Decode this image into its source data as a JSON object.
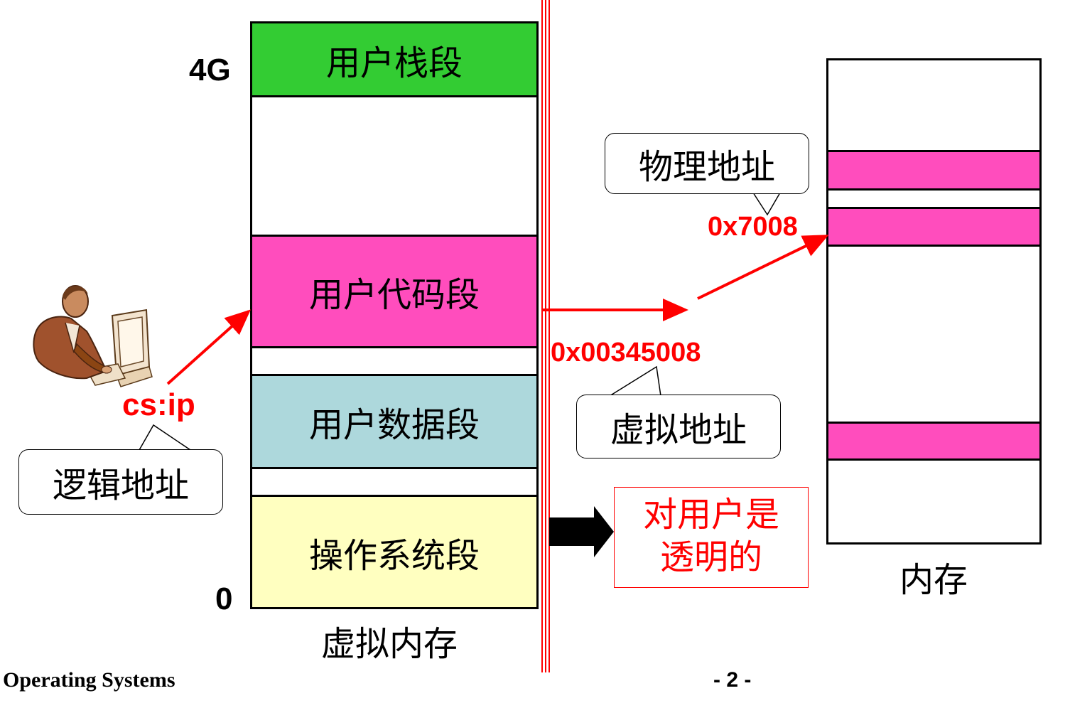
{
  "virtual_memory": {
    "segments": {
      "stack": "用户栈段",
      "code": "用户代码段",
      "data": "用户数据段",
      "os": "操作系统段"
    },
    "top_label": "4G",
    "bottom_label": "0",
    "caption": "虚拟内存"
  },
  "logical": {
    "address": "cs:ip",
    "bubble": "逻辑地址"
  },
  "virtual_addr": {
    "value": "0x00345008",
    "bubble": "虚拟地址"
  },
  "physical": {
    "value": "0x7008",
    "bubble": "物理地址"
  },
  "transparent_note": [
    "对用户是",
    "透明的"
  ],
  "memory_caption": "内存",
  "footer": {
    "left": "Operating Systems",
    "page": "- 2 -"
  },
  "colors": {
    "stack": "#33cc33",
    "code": "#ff4dbd",
    "data": "#add8dc",
    "os": "#ffffc0",
    "mem_block": "#ff4dbd",
    "accent_red": "#ff0000"
  }
}
